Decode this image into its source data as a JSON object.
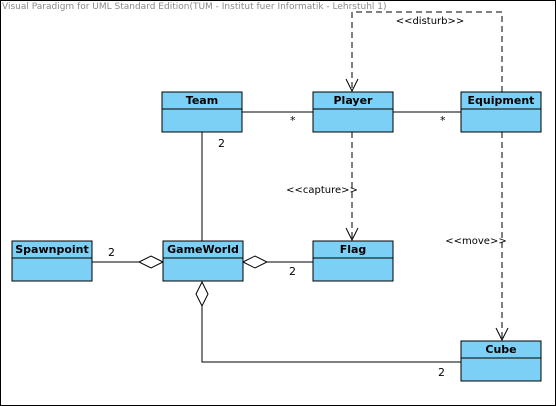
{
  "watermark": "Visual Paradigm for UML Standard Edition(TUM - Institut fuer Informatik - Lehrstuhl 1)",
  "colors": {
    "class_fill": "#7ccff5",
    "border": "#000000",
    "line": "#000000"
  },
  "classes": {
    "team": "Team",
    "player": "Player",
    "equipment": "Equipment",
    "spawnpoint": "Spawnpoint",
    "gameworld": "GameWorld",
    "flag": "Flag",
    "cube": "Cube"
  },
  "relations": {
    "disturb": "<<disturb>>",
    "capture": "<<capture>>",
    "move": "<<move>>"
  },
  "multiplicities": {
    "team_player": "*",
    "player_equipment": "*",
    "team_gameworld": "2",
    "spawnpoint_gameworld": "2",
    "gameworld_flag": "2",
    "gameworld_cube": "2"
  }
}
